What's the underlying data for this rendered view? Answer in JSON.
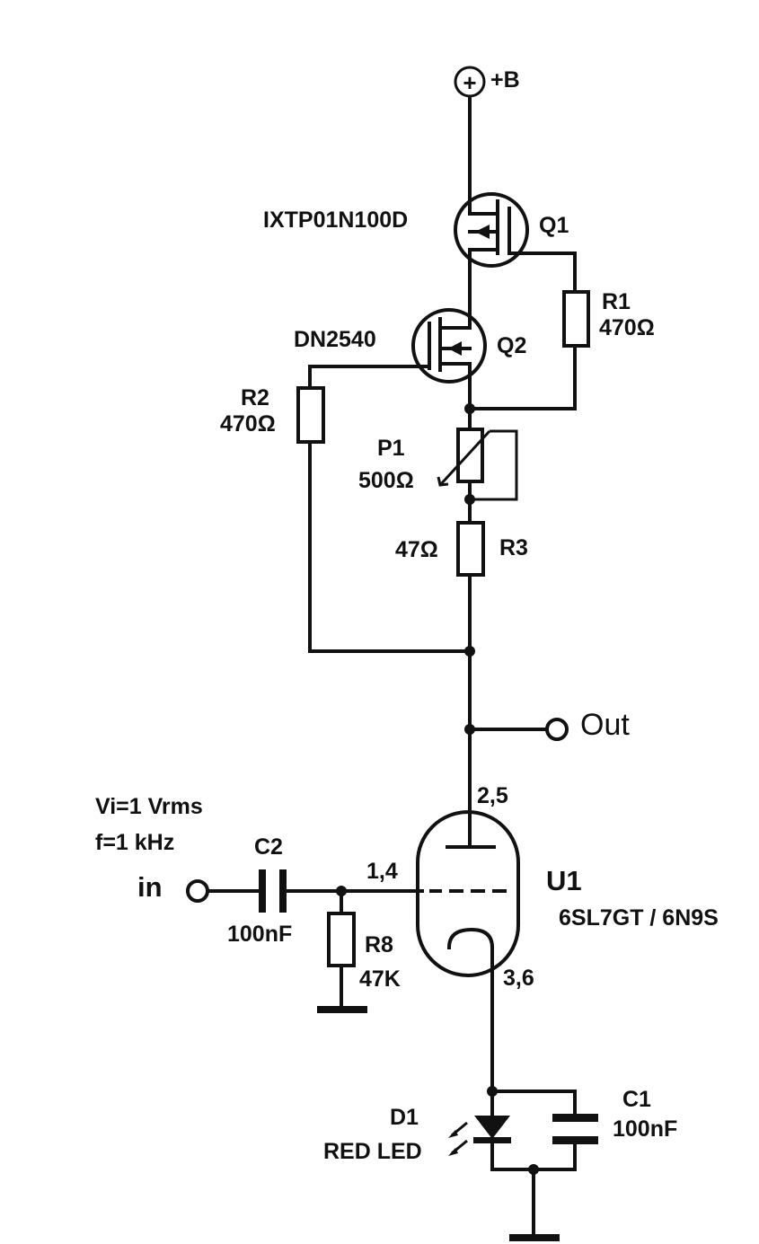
{
  "supply": {
    "label": "+B",
    "symbol": "+"
  },
  "q1": {
    "part": "IXTP01N100D",
    "ref": "Q1"
  },
  "q2": {
    "part": "DN2540",
    "ref": "Q2"
  },
  "r1": {
    "ref": "R1",
    "value": "470Ω"
  },
  "r2": {
    "ref": "R2",
    "value": "470Ω"
  },
  "p1": {
    "ref": "P1",
    "value": "500Ω"
  },
  "r3": {
    "ref": "R3",
    "value": "47Ω"
  },
  "out": {
    "label": "Out"
  },
  "tube": {
    "ref": "U1",
    "part": "6SL7GT / 6N9S",
    "anode_pins": "2,5",
    "grid_pins": "1,4",
    "cathode_pins": "3,6"
  },
  "input": {
    "vi": "Vi=1 Vrms",
    "freq": "f=1 kHz",
    "label": "in"
  },
  "c2": {
    "ref": "C2",
    "value": "100nF"
  },
  "r8": {
    "ref": "R8",
    "value": "47K"
  },
  "d1": {
    "ref": "D1",
    "value": "RED LED"
  },
  "c1": {
    "ref": "C1",
    "value": "100nF"
  }
}
